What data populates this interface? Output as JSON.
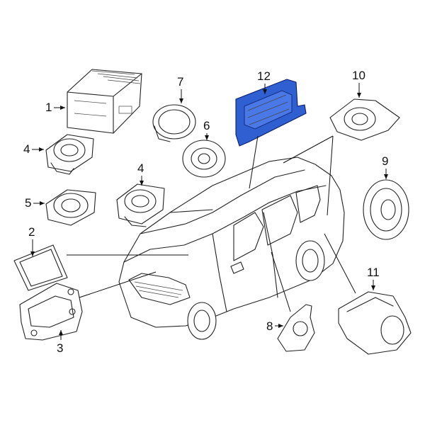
{
  "diagram": {
    "callouts": [
      "1",
      "2",
      "3",
      "4",
      "4",
      "5",
      "6",
      "7",
      "8",
      "9",
      "10",
      "11",
      "12"
    ],
    "highlight_color": "#2f5fd0"
  }
}
